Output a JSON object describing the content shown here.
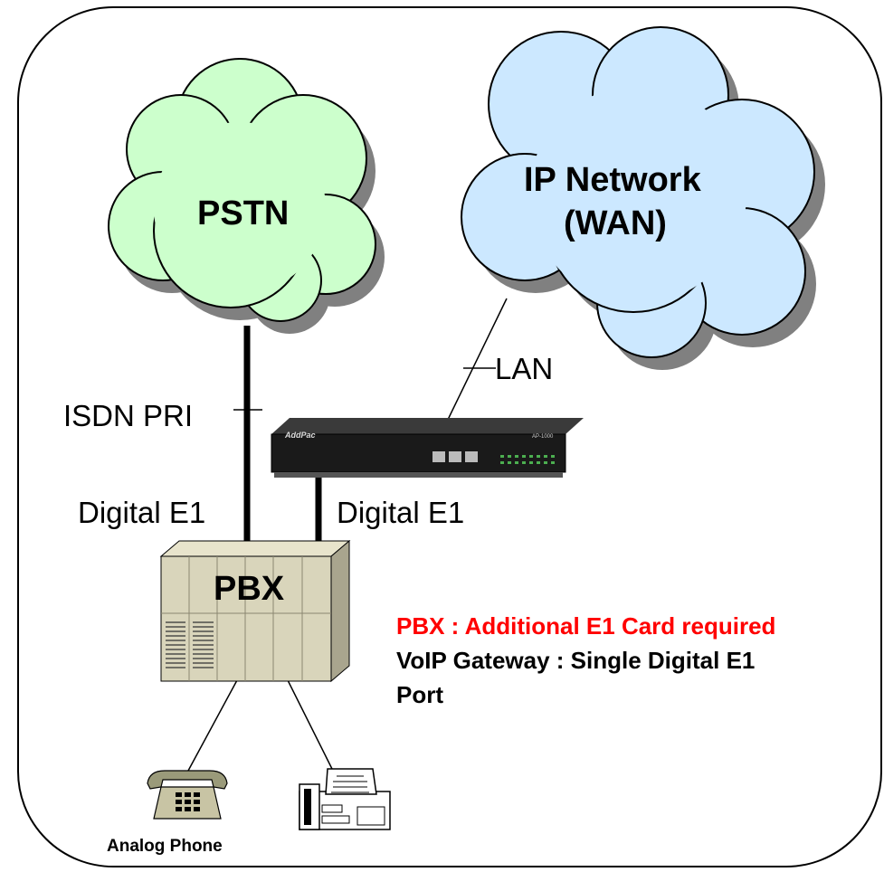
{
  "clouds": {
    "pstn": {
      "label": "PSTN"
    },
    "ip_network": {
      "line1": "IP Network",
      "line2": "(WAN)"
    }
  },
  "links": {
    "isdn_pri": "ISDN PRI",
    "lan": "LAN",
    "digital_e1_left": "Digital E1",
    "digital_e1_right": "Digital E1"
  },
  "gateway": {
    "brand": "AddPac",
    "model": "AP-1000"
  },
  "pbx": {
    "label": "PBX"
  },
  "notes": {
    "requirement": "PBX : Additional E1 Card required",
    "gateway_line1": "VoIP Gateway : Single Digital E1",
    "gateway_line2": "Port"
  },
  "devices": {
    "analog_phone": "Analog Phone"
  },
  "colors": {
    "pstn_cloud": "#ccffcc",
    "ip_cloud": "#cce8ff",
    "cloud_shadow": "#808080",
    "pbx_body": "#d9d5bb",
    "note_red": "#ff0000",
    "gateway_body": "#1a1a1a"
  }
}
